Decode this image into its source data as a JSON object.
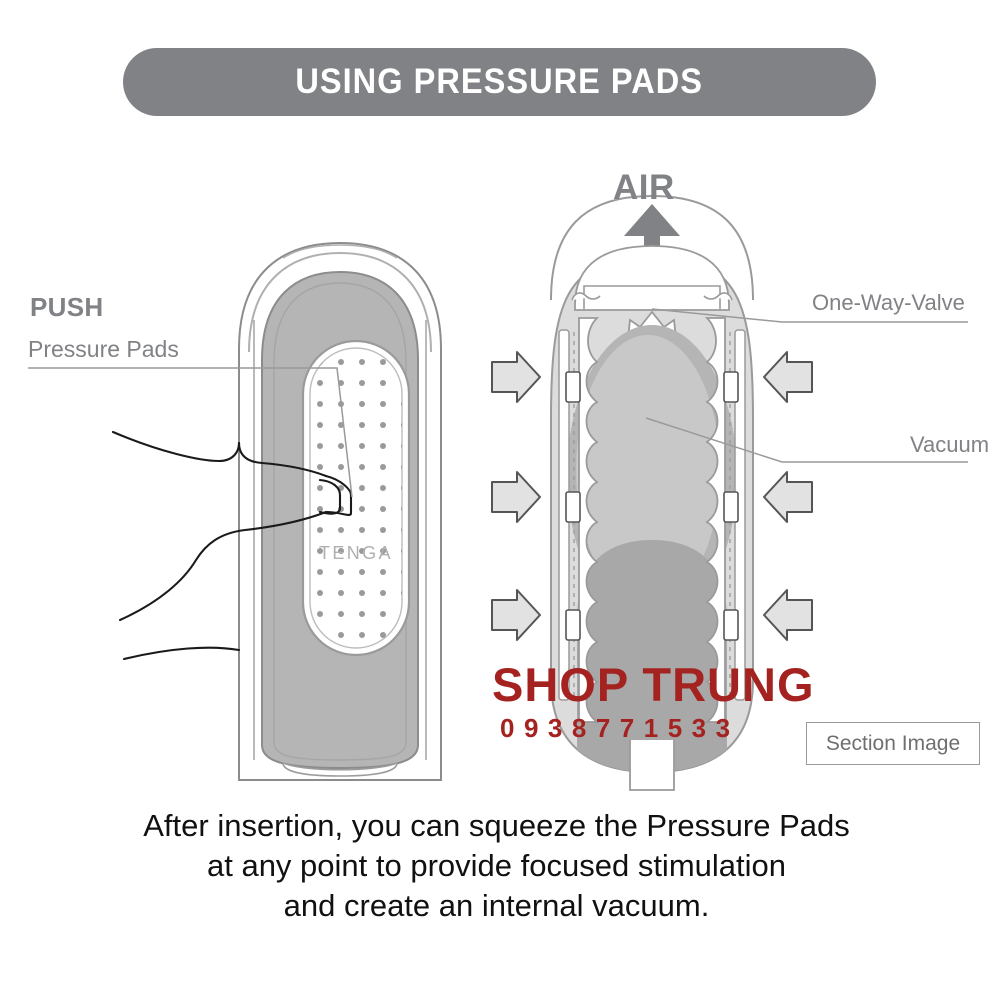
{
  "header": {
    "title": "USING PRESSURE PADS",
    "pill_color": "#808285",
    "title_color": "#ffffff"
  },
  "labels": {
    "push": "PUSH",
    "pressure_pads": "Pressure Pads",
    "air": "AIR",
    "one_way_valve": "One-Way-Valve",
    "vacuum": "Vacuum",
    "section_image": "Section Image",
    "brand_logo": "TENGA"
  },
  "watermark": {
    "name": "SHOP TRUNG",
    "phone": "0938771533",
    "color": "#a42320"
  },
  "caption": {
    "line1": "After insertion, you can squeeze the Pressure Pads",
    "line2": "at any point to provide focused stimulation",
    "line3": "and create an internal vacuum."
  },
  "colors": {
    "label_gray": "#808285",
    "outline_gray": "#8c8c8c",
    "shell_light": "#dcdcdc",
    "shell_mid": "#b5b5b5",
    "shell_dark": "#9a9a9a",
    "arrow_fill": "#e2e2e2",
    "background": "#ffffff"
  },
  "diagram": {
    "left_view_name": "exterior-view-with-hand",
    "right_view_name": "cross-section-view",
    "pressure_arrows_left_count": 3,
    "pressure_arrows_right_count": 3,
    "air_arrow_direction": "up"
  }
}
